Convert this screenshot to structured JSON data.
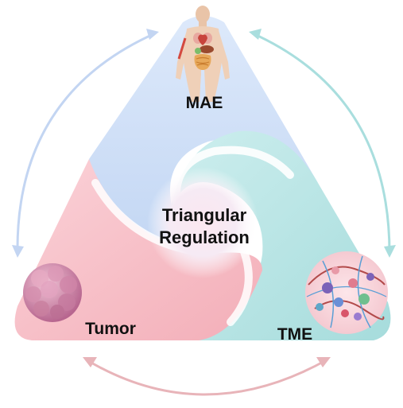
{
  "nodes": {
    "mae": {
      "label": "MAE",
      "icon": "human-body-organs-icon",
      "color": "#c9dcf5"
    },
    "tumor": {
      "label": "Tumor",
      "icon": "tumor-cell-cluster-icon",
      "color": "#f7bcc4"
    },
    "tme": {
      "label": "TME",
      "icon": "tumor-microenvironment-icon",
      "color": "#bfe6e6"
    }
  },
  "center": {
    "line1": "Triangular",
    "line2": "Regulation"
  },
  "arrows": {
    "mae_tumor": {
      "color": "#b9cdee",
      "bidirectional": true
    },
    "mae_tme": {
      "color": "#a9dede",
      "bidirectional": true
    },
    "tumor_tme": {
      "color": "#e8b4b9",
      "bidirectional": true
    }
  }
}
